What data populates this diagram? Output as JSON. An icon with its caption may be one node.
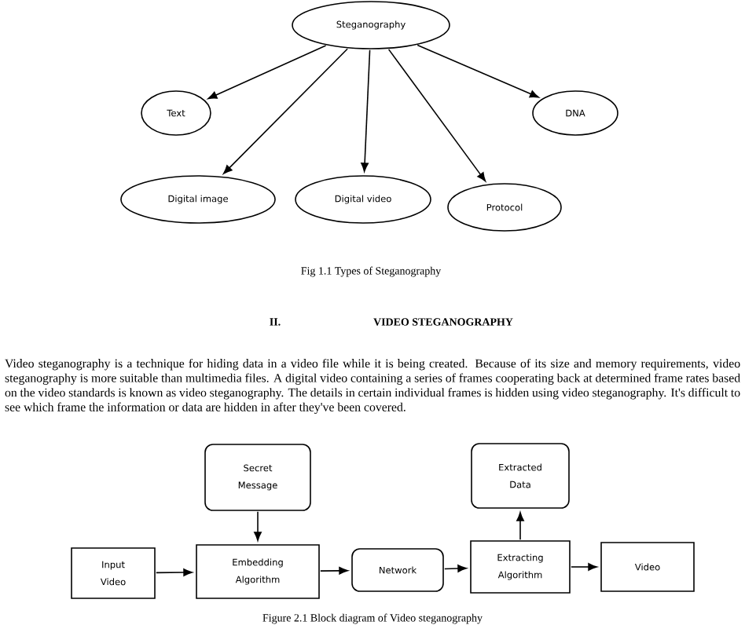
{
  "diagram": {
    "caption": "Figure 2.1 Block diagram of Video steganography",
    "nodes": [
      {
        "text": [
          "Steganography"
        ]
      },
      {
        "text": [
          "Text"
        ]
      },
      {
        "text": [
          "DNA"
        ]
      },
      {
        "text": [
          "Digital image"
        ]
      },
      {
        "text": [
          "Digital video"
        ]
      },
      {
        "text": [
          "Protocol"
        ]
      },
      {
        "text": [
          "Secret Message"
        ]
      },
      {
        "text": [
          "Extracted Data"
        ]
      },
      {
        "text": [
          "Input Video"
        ]
      },
      {
        "text": [
          "Embedding Algorithm"
        ]
      },
      {
        "text": [
          "Network"
        ]
      },
      {
        "text": [
          "Extracting Algorithm"
        ]
      },
      {
        "text": [
          "Video"
        ]
      }
    ],
    "edges": [
      {
        "from": 0,
        "to": 1,
        "arrow": "to"
      },
      {
        "from": 0,
        "to": 3,
        "arrow": "to"
      },
      {
        "from": 0,
        "to": 4,
        "arrow": "to"
      },
      {
        "from": 0,
        "to": 5,
        "arrow": "to"
      },
      {
        "from": 0,
        "to": 2,
        "arrow": "to"
      },
      {
        "from": 6,
        "to": 9,
        "arrow": "to"
      },
      {
        "from": 8,
        "to": 9,
        "arrow": "to"
      },
      {
        "from": 9,
        "to": 10,
        "arrow": "to"
      },
      {
        "from": 10,
        "to": 11,
        "arrow": "to"
      },
      {
        "from": 11,
        "to": 7,
        "arrow": "to"
      },
      {
        "from": 11,
        "to": 12,
        "arrow": "to"
      }
    ],
    "labels": [
      "Fig 1.1 Types of Steganography",
      "II.",
      "VIDEO STEGANOGRAPHY",
      "Video steganography is a technique for hiding data in a video file while it is being created. Because of its size and memory requirements, video steganography is more suitable than multimedia files. A digital video containing a series of frames cooperating back at determined frame rates based on the video standards is known as video steganography. The details in certain individual frames is hidden using video steganography. It's difficult to see which frame the information or data are hidden in after they've been covered."
    ]
  }
}
